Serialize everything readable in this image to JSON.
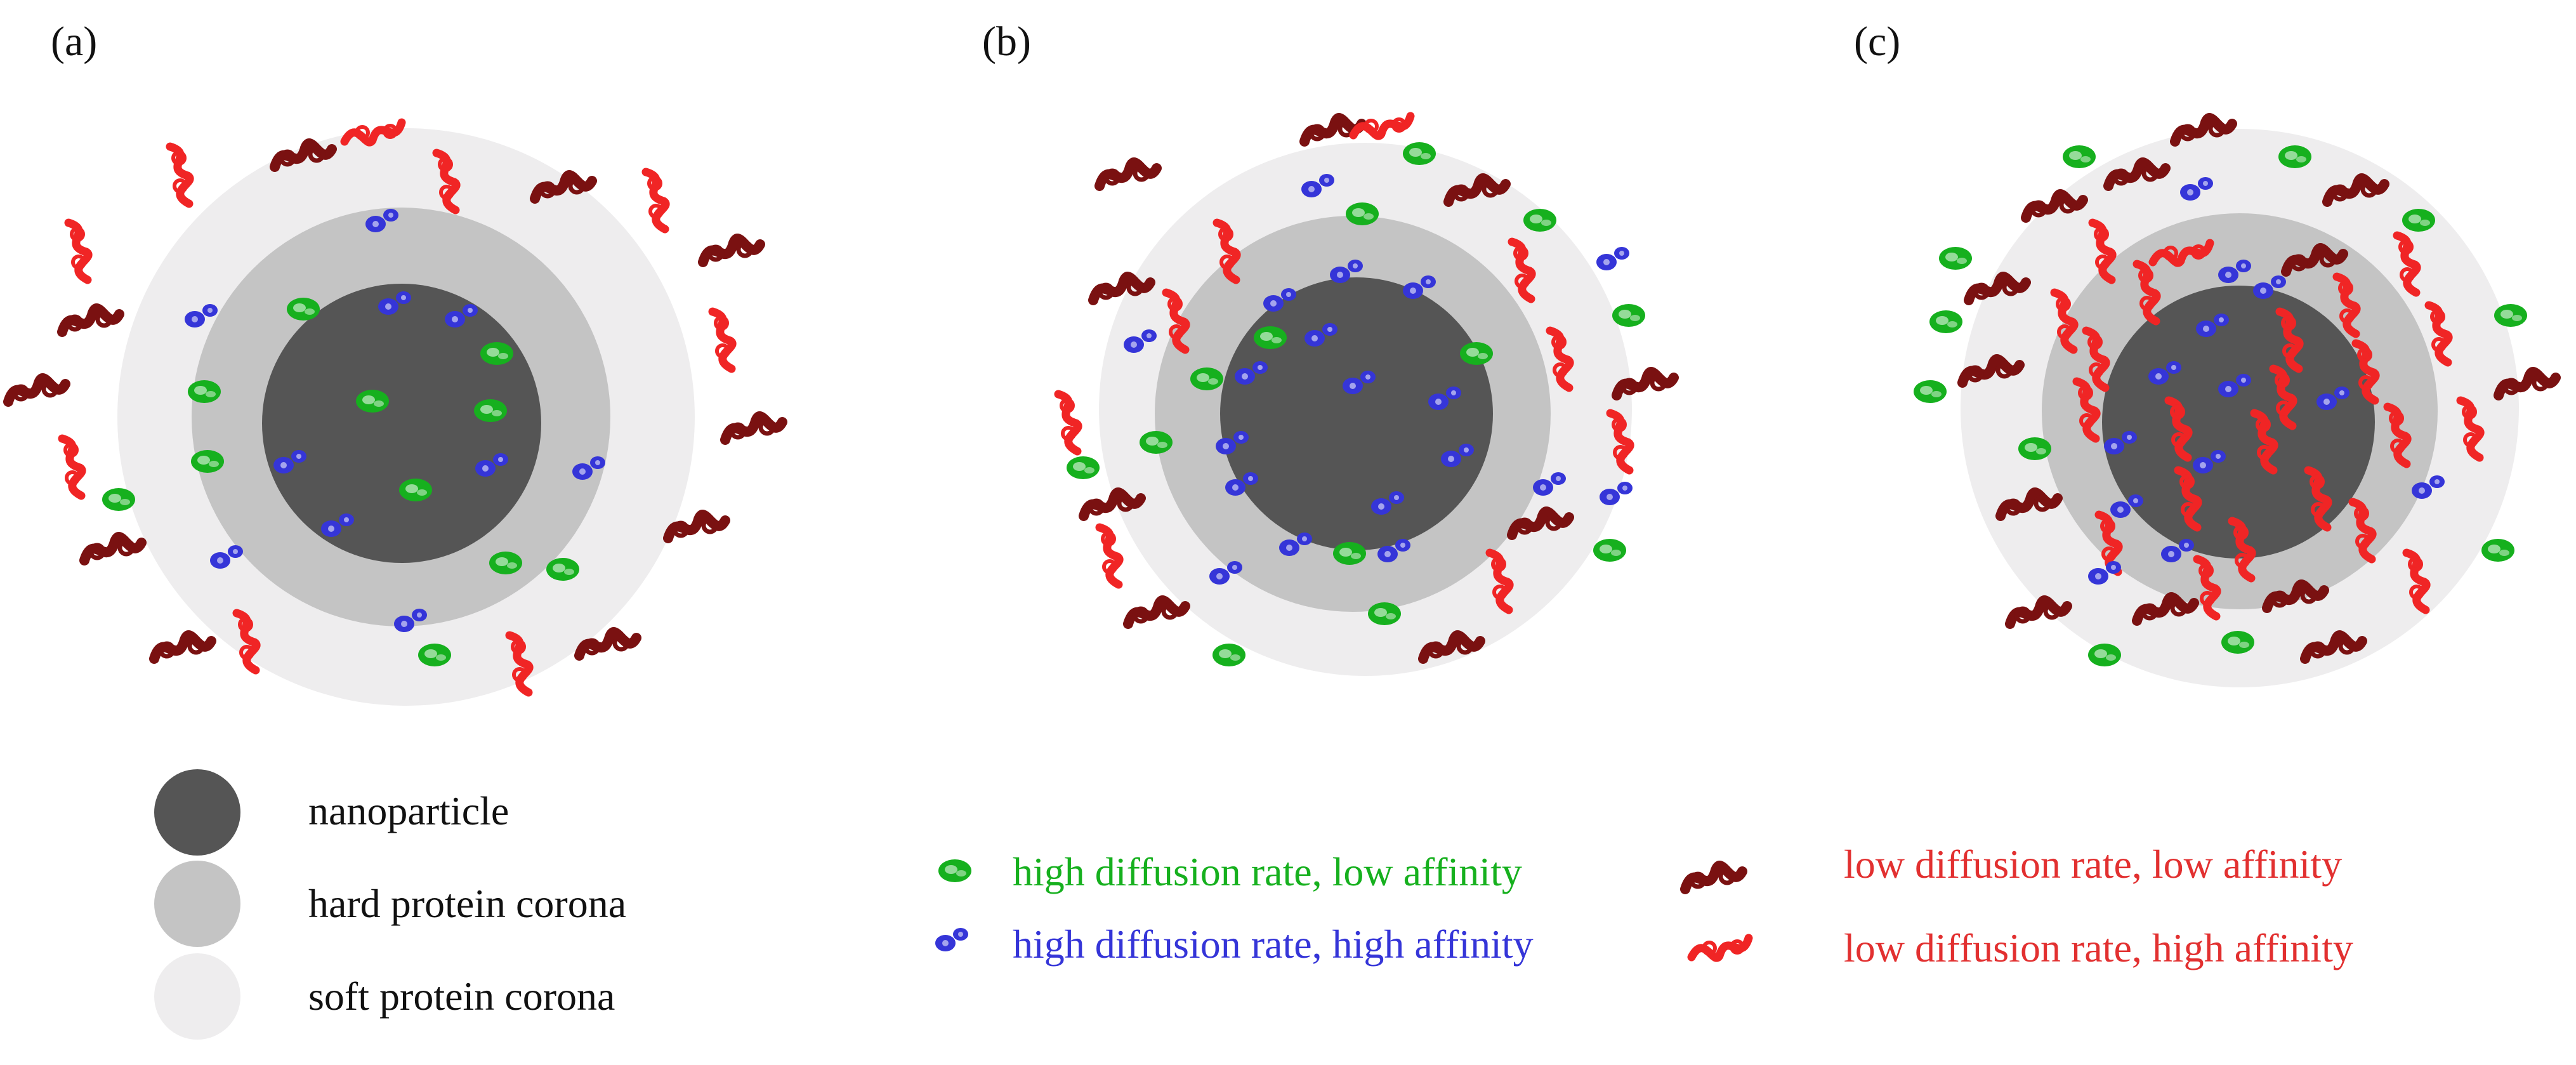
{
  "panels": [
    {
      "label": "(a)"
    },
    {
      "label": "(b)"
    },
    {
      "label": "(c)"
    }
  ],
  "legend_layers": [
    {
      "label": "nanoparticle",
      "color": "#555555"
    },
    {
      "label": "hard protein corona",
      "color": "#c4c4c4"
    },
    {
      "label": "soft protein corona",
      "color": "#eeedee"
    }
  ],
  "legend_proteins": [
    {
      "label": "high diffusion rate, low affinity",
      "color": "#16b01e"
    },
    {
      "label": "high diffusion rate, high affinity",
      "color": "#3535d8"
    },
    {
      "label": "low diffusion rate, low affinity",
      "color": "#7a1111"
    },
    {
      "label": "low diffusion rate, high affinity",
      "color": "#f02525"
    }
  ],
  "colors": {
    "nanoparticle": "#555555",
    "hard_corona": "#c4c4c4",
    "soft_corona": "#eeedee",
    "green_protein": "#16b01e",
    "blue_protein": "#3535d8",
    "darkred_protein": "#7a1111",
    "red_protein": "#f02525"
  }
}
